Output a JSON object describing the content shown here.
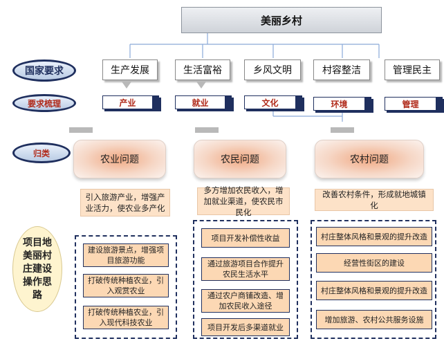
{
  "title": "美丽乡村",
  "rows": {
    "national_requirements": "国家要求",
    "requirement_sorting": "要求梳理",
    "classification": "归类"
  },
  "goals": [
    "生产发展",
    "生活富裕",
    "乡风文明",
    "村容整洁",
    "管理民主"
  ],
  "tags": [
    "产业",
    "就业",
    "文化",
    "环境",
    "管理"
  ],
  "problems": [
    "农业问题",
    "农民问题",
    "农村问题"
  ],
  "summaries": [
    "引入旅游产业，增强产业活力，使农业多产化",
    "多方增加农民收入，增加就业渠道，使农民市民化",
    "改善农村条件，形成就地城镇化"
  ],
  "side_label": "项目地美丽村庄建设操作思路",
  "columns": [
    {
      "items": [
        "建设旅游景点，增强项目旅游功能",
        "打破传统种植农业，引入观赏农业",
        "打破传统种植农业，引入现代科技农业"
      ]
    },
    {
      "items": [
        "项目开发补偿性收益",
        "通过旅游项目合作提升农民生活水平",
        "通过农户商铺改造、增加农民收入途径",
        "项目开发后多渠道就业"
      ]
    },
    {
      "items": [
        "村庄整体风格和景观的提升改造",
        "经营性街区的建设",
        "村庄整体风格和景观的提升改造",
        "增加旅游、农村公共服务设施"
      ]
    }
  ],
  "colors": {
    "navy": "#1f2f5e",
    "tag_text": "#b02a1a",
    "item_fill": "#fcd8b4",
    "summary_fill": "#fde2c8",
    "connector": "#8aa9d8"
  }
}
